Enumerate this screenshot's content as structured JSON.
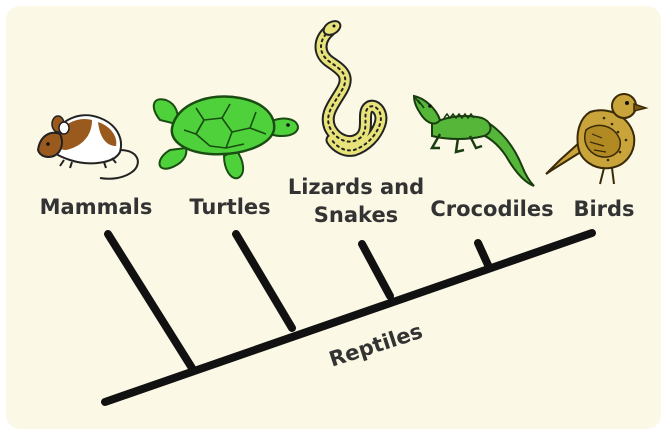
{
  "colors": {
    "background": "#fbf8e6",
    "ink": "#111111",
    "label": "#333333",
    "mouse_brown": "#9a5a1e",
    "turtle_green": "#4ed13a",
    "snake_yellow": "#e7e27a",
    "croc_green": "#55b63a",
    "bird_gold": "#c8a43a"
  },
  "diagram": {
    "labels": {
      "mammals": "Mammals",
      "turtles": "Turtles",
      "lizards_line1": "Lizards and",
      "lizards_line2": "Snakes",
      "crocodiles": "Crocodiles",
      "birds": "Birds",
      "reptiles": "Reptiles"
    },
    "icons": {
      "mammals": "mouse-icon",
      "turtles": "turtle-icon",
      "lizards_and_snakes": "snake-icon",
      "crocodiles": "crocodile-icon",
      "birds": "bird-icon"
    }
  }
}
